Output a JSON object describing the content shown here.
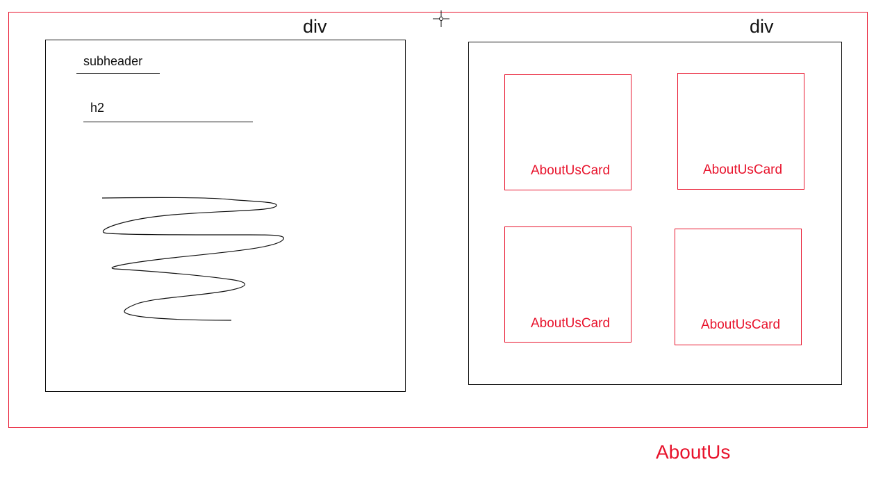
{
  "outer": {
    "caption": "AboutUs",
    "color": "#e8132c"
  },
  "left_div": {
    "label": "div",
    "subheader_label": "subheader",
    "h2_label": "h2",
    "scribble_icon": "scribble-paragraph-icon"
  },
  "right_div": {
    "label": "div",
    "cards": [
      {
        "label": "AboutUsCard"
      },
      {
        "label": "AboutUsCard"
      },
      {
        "label": "AboutUsCard"
      },
      {
        "label": "AboutUsCard"
      }
    ]
  },
  "cursor_icon": "crosshair-cursor-icon"
}
